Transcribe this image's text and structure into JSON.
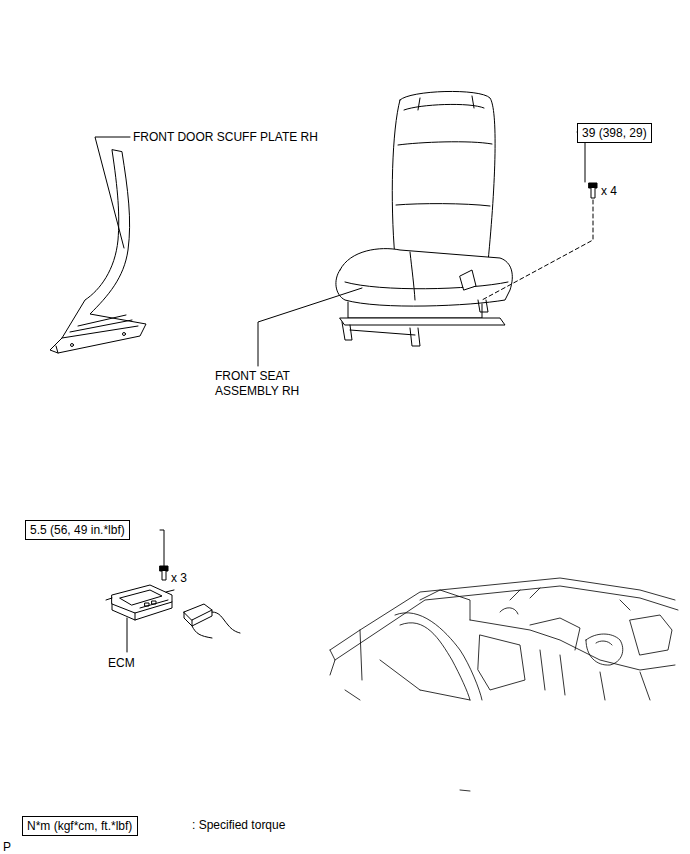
{
  "diagram": {
    "nodes": [
      {
        "text": [
          "39 (398, 29)"
        ]
      },
      {
        "text": [
          "5.5 (56, 49 in.*lbf)"
        ]
      },
      {
        "text": [
          "N*m (kgf*cm, ft.*lbf)"
        ]
      }
    ],
    "labels": [
      "FRONT DOOR SCUFF PLATE RH",
      "x 4",
      "FRONT SEAT ASSEMBLY RH",
      "x 3",
      "ECM",
      ": Specified torque",
      "P"
    ]
  }
}
